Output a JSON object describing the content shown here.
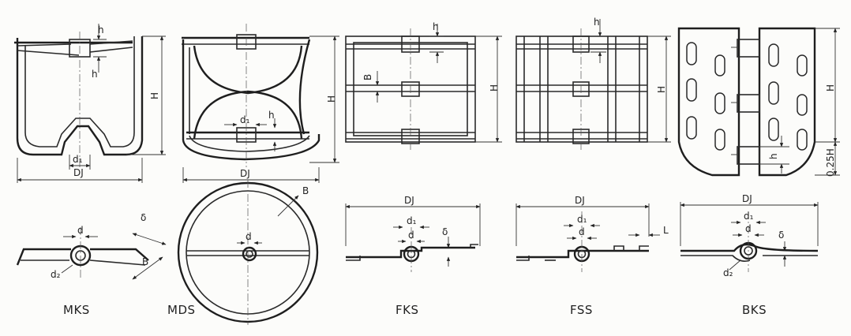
{
  "dimensions": {
    "h": "h",
    "H": "H",
    "B": "B",
    "d1": "d₁",
    "d": "d",
    "d2": "d₂",
    "DJ": "DJ",
    "delta": "δ",
    "L": "L",
    "quarterH": "0.25H"
  },
  "figures": [
    {
      "label": "MKS"
    },
    {
      "label": "MDS"
    },
    {
      "label": "FKS"
    },
    {
      "label": "FSS"
    },
    {
      "label": "BKS"
    }
  ]
}
